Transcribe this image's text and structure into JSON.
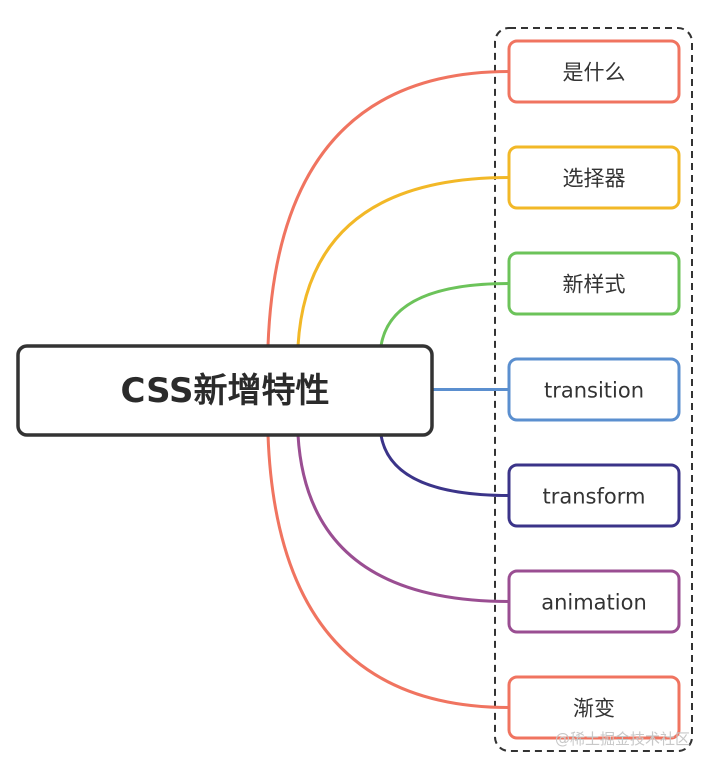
{
  "root": {
    "label": "CSS新增特性"
  },
  "branches": [
    {
      "label": "是什么",
      "color": "#f07460"
    },
    {
      "label": "选择器",
      "color": "#f2b827"
    },
    {
      "label": "新样式",
      "color": "#6cc35a"
    },
    {
      "label": "transition",
      "color": "#5b8fcf"
    },
    {
      "label": "transform",
      "color": "#3b3489"
    },
    {
      "label": "animation",
      "color": "#9a4e92"
    },
    {
      "label": "渐变",
      "color": "#f07460"
    }
  ],
  "watermark": "@稀土掘金技术社区"
}
